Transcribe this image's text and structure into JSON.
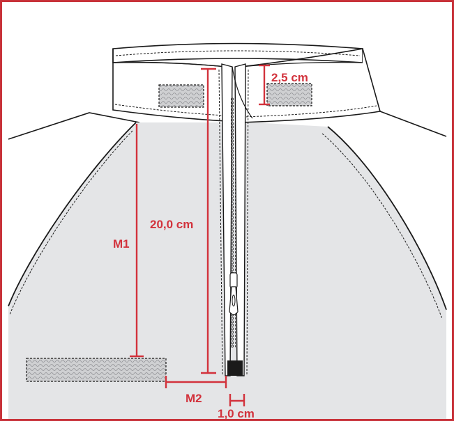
{
  "colors": {
    "frame": "#c8323a",
    "dimension": "#d2323c",
    "body_fill": "#e4e5e7",
    "collar_fill": "#ffffff",
    "outline": "#1a1a1a",
    "velcro_fill": "#cfd0d2"
  },
  "dimensions": {
    "collar_height": "2,5 cm",
    "zipper_length": "20,0 cm",
    "m1": "M1",
    "m2": "M2",
    "zipper_gap": "1,0 cm"
  },
  "icons": {
    "zipper_pull": "zipper-pull-icon"
  }
}
